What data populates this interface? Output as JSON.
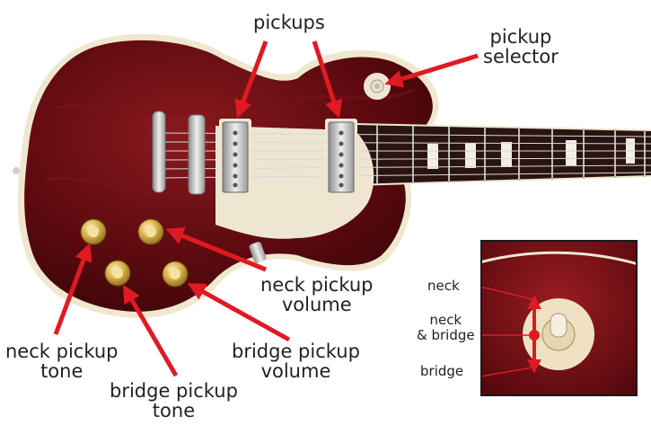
{
  "labels": {
    "pickups": "pickups",
    "pickup_selector": [
      "pickup",
      "selector"
    ],
    "neck_pickup_volume": [
      "neck pickup",
      "volume"
    ],
    "neck_pickup_tone": [
      "neck pickup",
      "tone"
    ],
    "bridge_pickup_volume": [
      "bridge pickup",
      "volume"
    ],
    "bridge_pickup_tone": [
      "bridge pickup",
      "tone"
    ]
  },
  "inset": {
    "neck": "neck",
    "neck_bridge": [
      "neck",
      "& bridge"
    ],
    "bridge": "bridge"
  },
  "colors": {
    "arrow": "#e01a22",
    "body": "#6e0d12",
    "binding": "#efe7cf",
    "pickguard": "#efe6d2",
    "chrome": "#c9c9c9",
    "fretboard": "#2a1410",
    "inlay": "#f2eee6"
  }
}
